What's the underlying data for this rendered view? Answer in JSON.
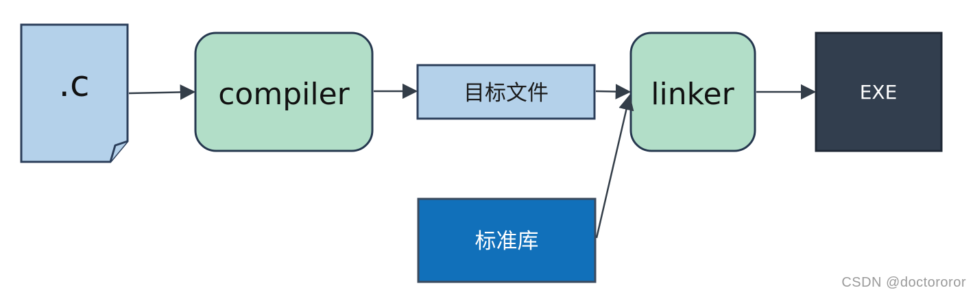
{
  "nodes": {
    "source": {
      "label": ".c",
      "fill": "#b4d1ea",
      "stroke": "#2b3e5a"
    },
    "compiler": {
      "label": "compiler",
      "fill": "#b2dec8",
      "stroke": "#26384f"
    },
    "object_files": {
      "label": "目标文件",
      "fill": "#b4d1ea",
      "stroke": "#2b3e5a"
    },
    "linker": {
      "label": "linker",
      "fill": "#b2dec8",
      "stroke": "#26384f"
    },
    "exe": {
      "label": "EXE",
      "fill": "#323e4e",
      "stroke": "#1f2835"
    },
    "stdlib": {
      "label": "标准库",
      "fill": "#1170ba",
      "stroke": "#3a4a5e"
    }
  },
  "edge_color": "#333d48",
  "watermark": "CSDN @doctororor"
}
